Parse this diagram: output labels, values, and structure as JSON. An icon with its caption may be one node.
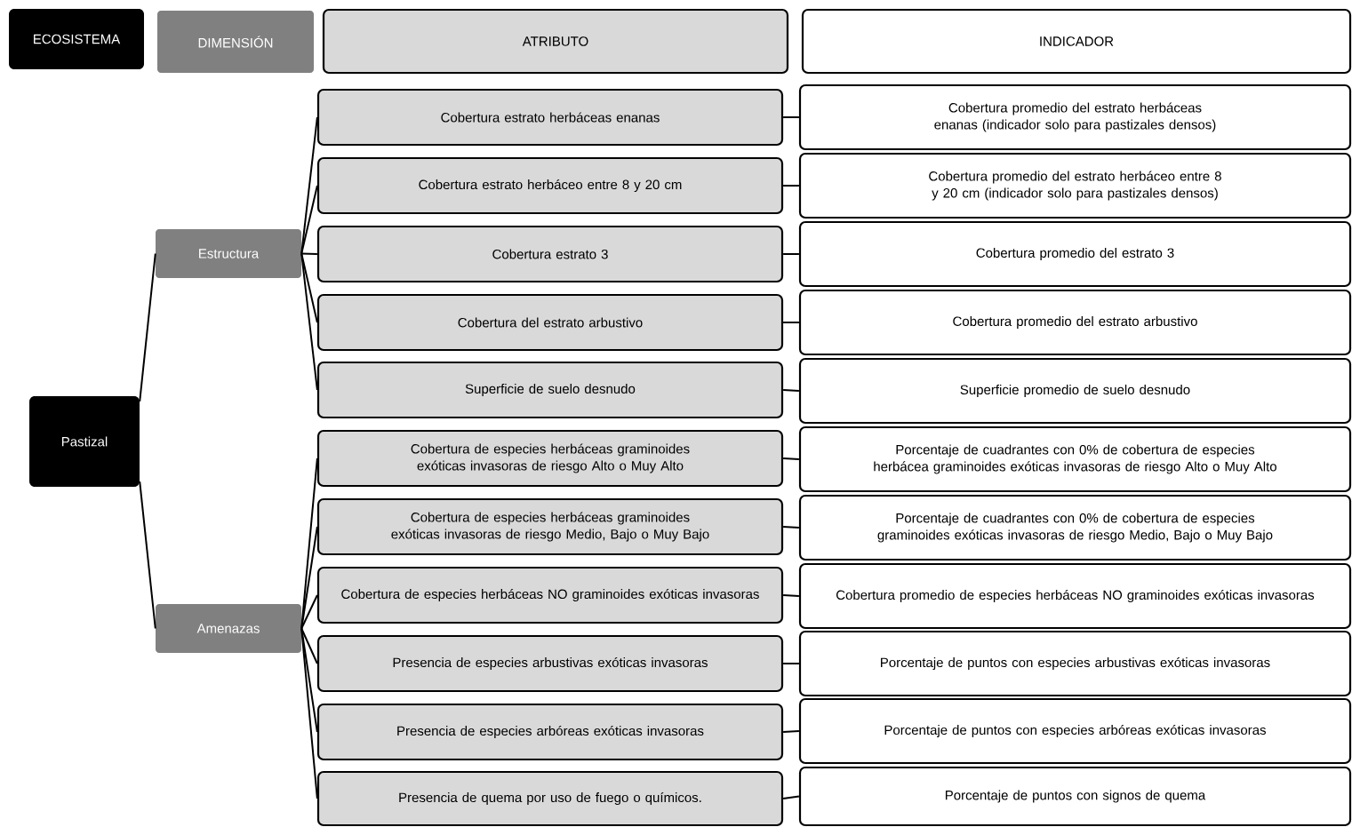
{
  "diagram": {
    "nodes": [
      {
        "text": [
          "ECOSISTEMA"
        ]
      },
      {
        "text": [
          "DIMENSIÓN"
        ]
      },
      {
        "text": [
          "ATRIBUTO"
        ]
      },
      {
        "text": [
          "INDICADOR"
        ]
      },
      {
        "text": [
          "Pastizal"
        ]
      },
      {
        "text": [
          "Estructura"
        ]
      },
      {
        "text": [
          "Amenazas"
        ]
      },
      {
        "text": [
          "Cobertura estrato herbáceas enanas"
        ]
      },
      {
        "text": [
          "Cobertura promedio del estrato herbáceas enanas (indicador solo para pastizales densos)"
        ]
      },
      {
        "text": [
          "Cobertura estrato herbáceo entre 8 y 20 cm"
        ]
      },
      {
        "text": [
          "Cobertura promedio del estrato herbáceo entre 8 y 20 cm (indicador solo para pastizales densos)"
        ]
      },
      {
        "text": [
          "Cobertura estrato 3"
        ]
      },
      {
        "text": [
          "Cobertura promedio del estrato 3"
        ]
      },
      {
        "text": [
          "Cobertura del estrato arbustivo"
        ]
      },
      {
        "text": [
          "Cobertura promedio del estrato arbustivo"
        ]
      },
      {
        "text": [
          "Superficie de suelo desnudo"
        ]
      },
      {
        "text": [
          "Superficie promedio de suelo desnudo"
        ]
      },
      {
        "text": [
          "Cobertura de especies herbáceas graminoides exóticas invasoras de riesgo Alto o Muy Alto"
        ]
      },
      {
        "text": [
          "Porcentaje de cuadrantes con 0% de cobertura de especies herbácea graminoides exóticas invasoras de riesgo Alto o Muy Alto"
        ]
      },
      {
        "text": [
          "Cobertura de especies herbáceas graminoides exóticas invasoras de riesgo Medio, Bajo o Muy Bajo"
        ]
      },
      {
        "text": [
          "Porcentaje de cuadrantes con 0% de cobertura de especies graminoides exóticas invasoras de riesgo Medio, Bajo o Muy Bajo"
        ]
      },
      {
        "text": [
          "Cobertura de especies herbáceas NO graminoides exóticas invasoras"
        ]
      },
      {
        "text": [
          "Cobertura promedio de especies herbáceas NO graminoides exóticas invasoras"
        ]
      },
      {
        "text": [
          "Presencia de especies arbustivas exóticas invasoras"
        ]
      },
      {
        "text": [
          "Porcentaje de puntos con especies arbustivas exóticas invasoras"
        ]
      },
      {
        "text": [
          "Presencia de especies arbóreas exóticas invasoras"
        ]
      },
      {
        "text": [
          "Porcentaje de puntos con especies arbóreas exóticas invasoras"
        ]
      },
      {
        "text": [
          "Presencia de quema por uso de fuego o químicos."
        ]
      },
      {
        "text": [
          "Porcentaje de puntos con signos de quema"
        ]
      }
    ],
    "edges": [
      {
        "from": 4,
        "to": 5,
        "arrow": "none"
      },
      {
        "from": 4,
        "to": 6,
        "arrow": "none"
      },
      {
        "from": 5,
        "to": 7,
        "arrow": "none"
      },
      {
        "from": 5,
        "to": 9,
        "arrow": "none"
      },
      {
        "from": 5,
        "to": 11,
        "arrow": "none"
      },
      {
        "from": 5,
        "to": 13,
        "arrow": "none"
      },
      {
        "from": 5,
        "to": 15,
        "arrow": "none"
      },
      {
        "from": 6,
        "to": 17,
        "arrow": "none"
      },
      {
        "from": 6,
        "to": 19,
        "arrow": "none"
      },
      {
        "from": 6,
        "to": 21,
        "arrow": "none"
      },
      {
        "from": 6,
        "to": 23,
        "arrow": "none"
      },
      {
        "from": 6,
        "to": 25,
        "arrow": "none"
      },
      {
        "from": 6,
        "to": 27,
        "arrow": "none"
      },
      {
        "from": 7,
        "to": 8,
        "arrow": "none"
      },
      {
        "from": 9,
        "to": 10,
        "arrow": "none"
      },
      {
        "from": 11,
        "to": 12,
        "arrow": "none"
      },
      {
        "from": 13,
        "to": 14,
        "arrow": "none"
      },
      {
        "from": 15,
        "to": 16,
        "arrow": "none"
      },
      {
        "from": 17,
        "to": 18,
        "arrow": "none"
      },
      {
        "from": 19,
        "to": 20,
        "arrow": "none"
      },
      {
        "from": 21,
        "to": 22,
        "arrow": "none"
      },
      {
        "from": 23,
        "to": 24,
        "arrow": "none"
      },
      {
        "from": 25,
        "to": 26,
        "arrow": "none"
      },
      {
        "from": 27,
        "to": 28,
        "arrow": "none"
      }
    ]
  }
}
